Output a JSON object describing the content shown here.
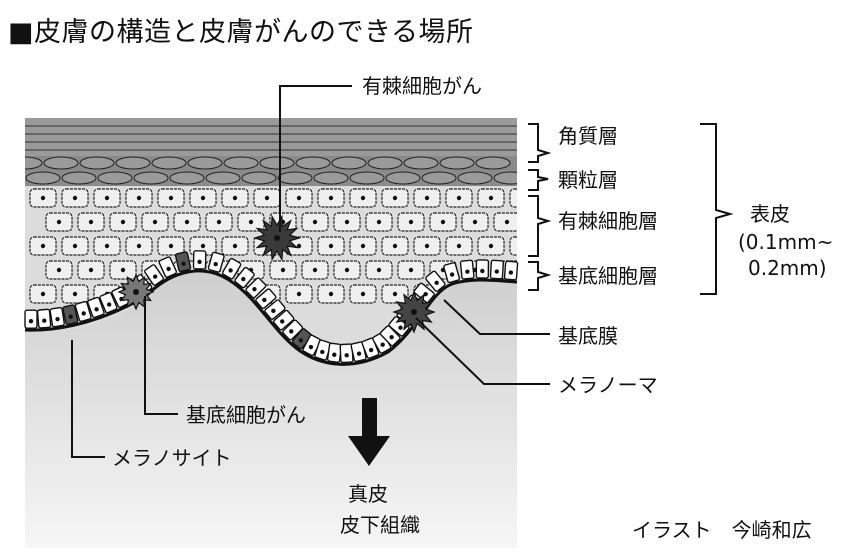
{
  "title": "■皮膚の構造と皮膚がんのできる場所",
  "labels": {
    "squamous_cancer": "有棘細胞がん",
    "stratum_corneum": "角質層",
    "stratum_granulosum": "顆粒層",
    "stratum_spinosum": "有棘細胞層",
    "stratum_basale": "基底細胞層",
    "epidermis": "表皮",
    "epidermis_thickness_1": "(0.1mm~",
    "epidermis_thickness_2": "0.2mm)",
    "basement_membrane": "基底膜",
    "melanoma": "メラノーマ",
    "basal_cancer": "基底細胞がん",
    "melanocyte": "メラノサイト",
    "dermis": "真皮",
    "subcutis": "皮下組織",
    "credit": "イラスト　今崎和広"
  },
  "colors": {
    "ink": "#111111",
    "dermis_top": "#bdbdbd",
    "dermis_bottom": "#f4f4f4",
    "epidermis_bg": "#dcdcdc",
    "corneum": "#9a9a9a",
    "granulosum": "#7a7a7a",
    "cell_fill": "#ffffff",
    "melanocyte": "#555555",
    "cancer": "#3a3a3a"
  }
}
